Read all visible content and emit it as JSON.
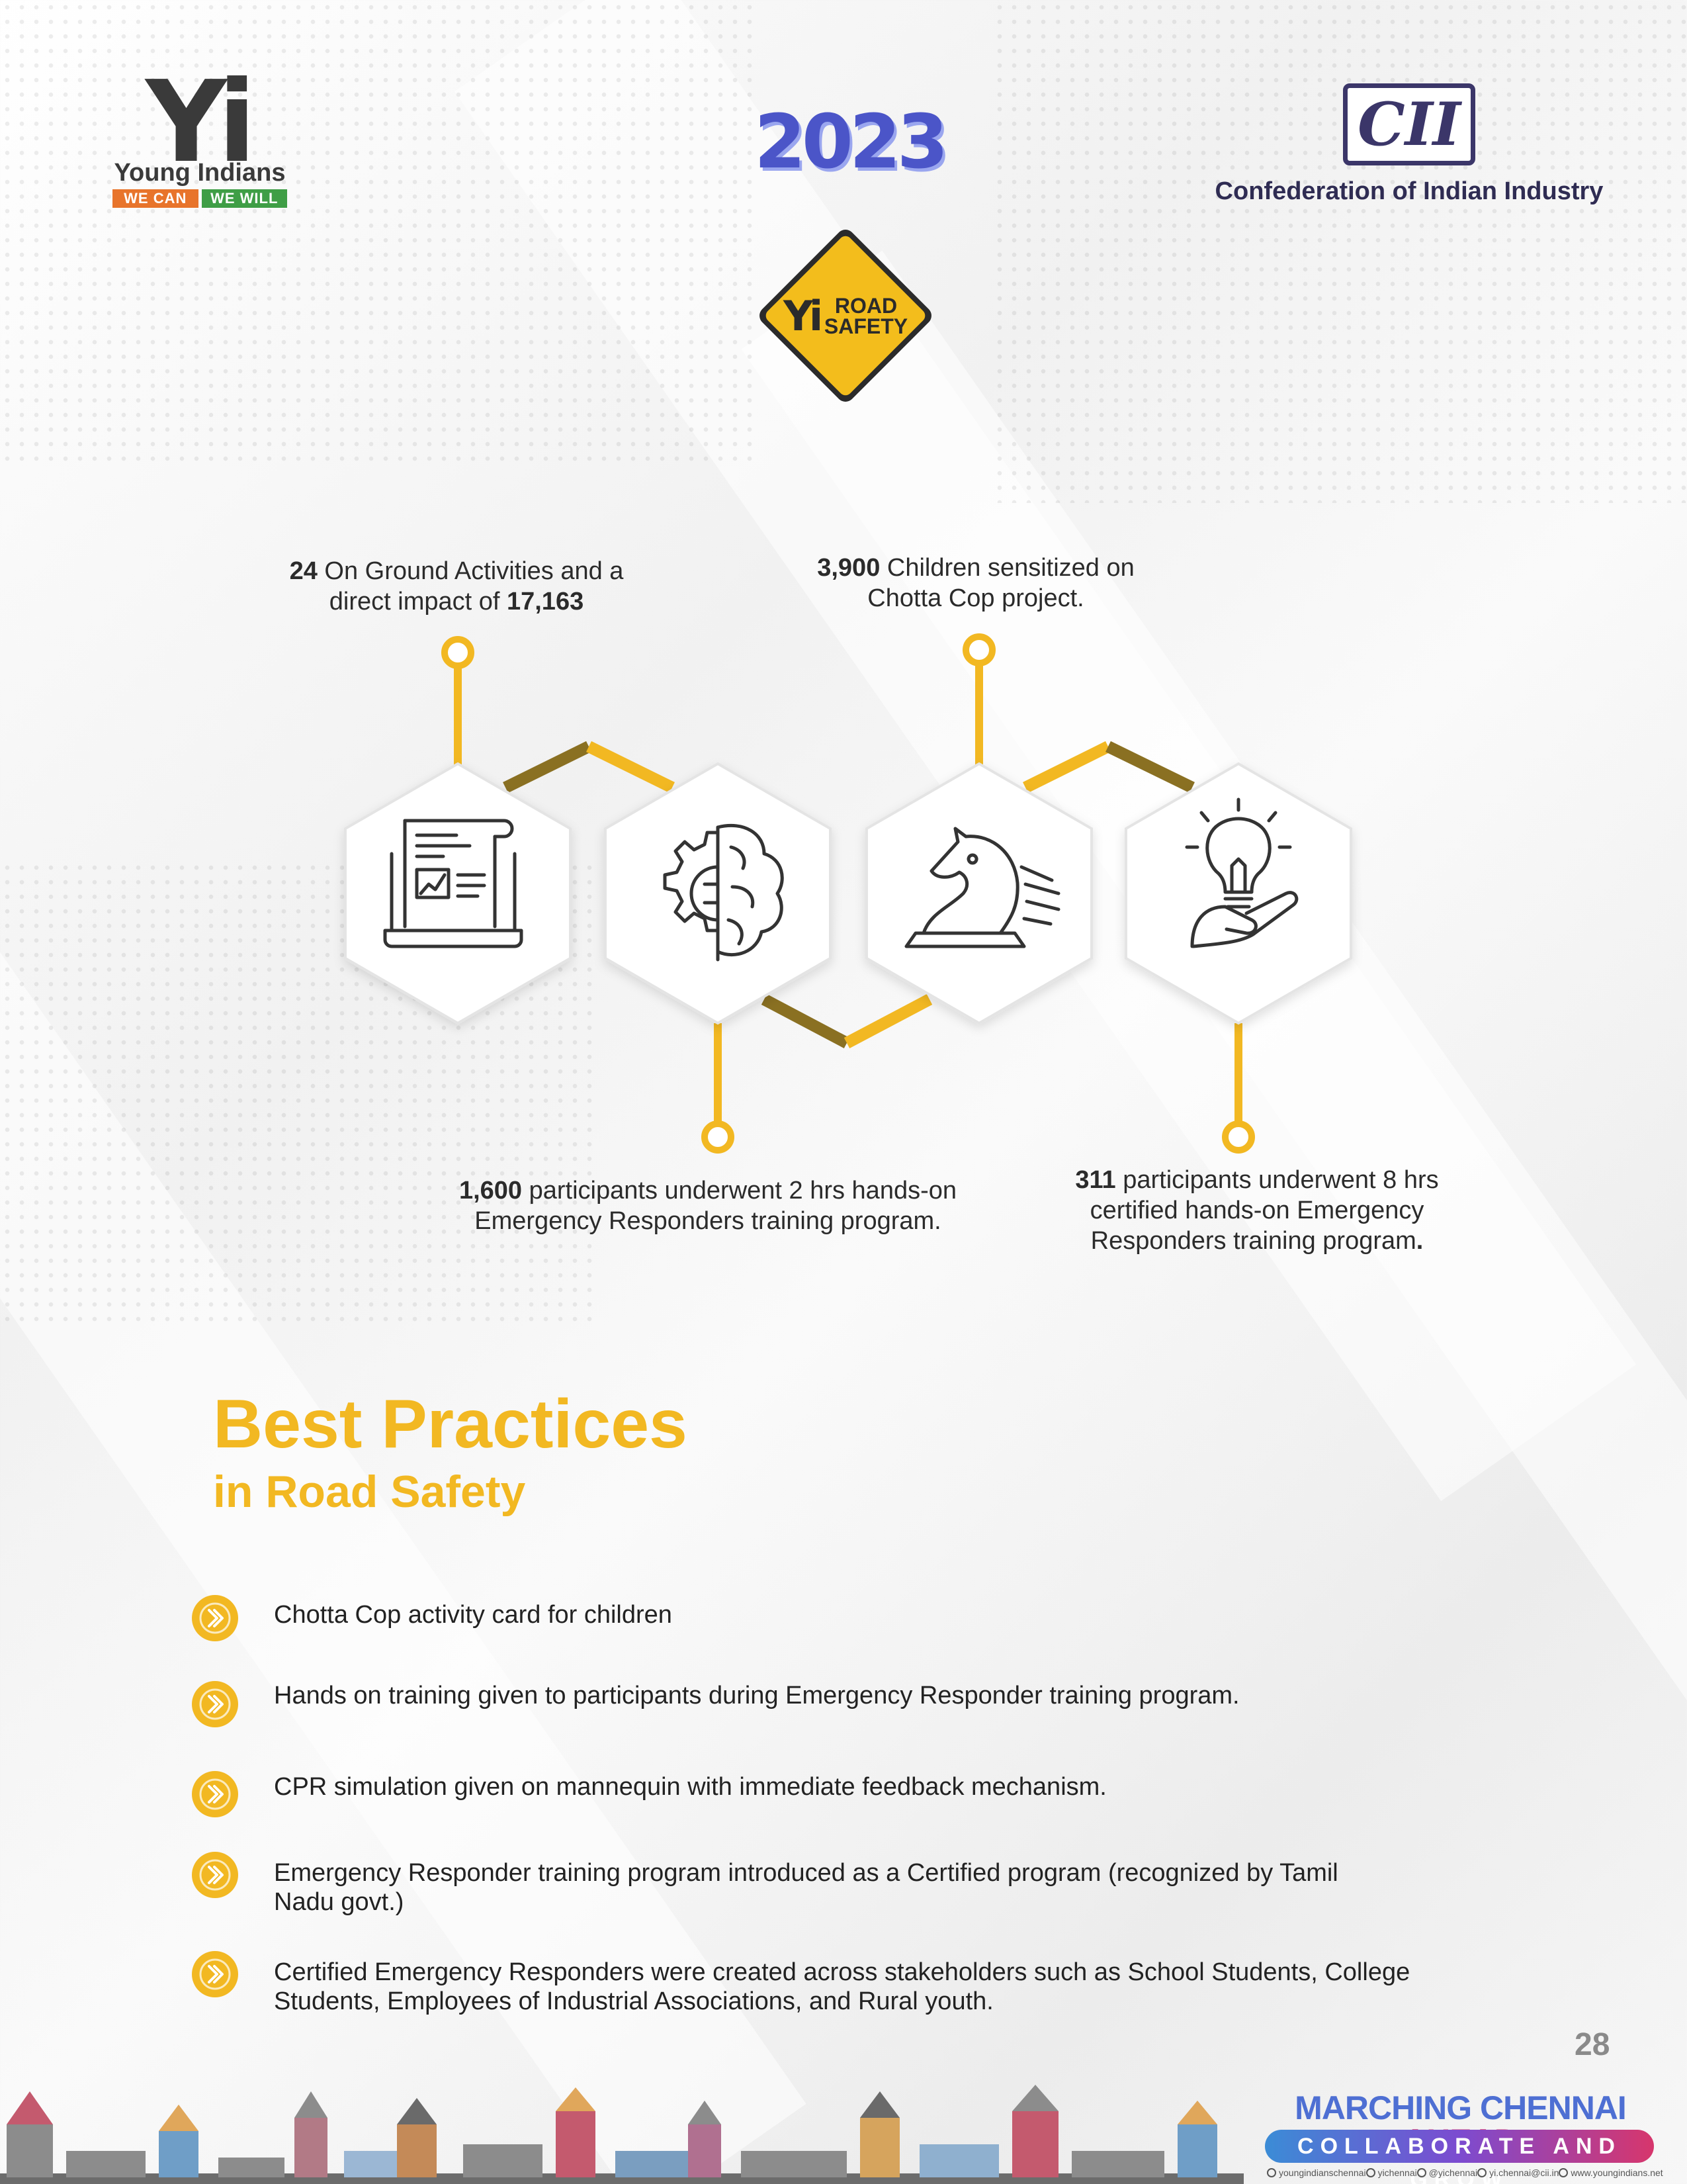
{
  "header": {
    "yi_logo": {
      "mark": "Yi",
      "name": "Young Indians",
      "tag_left": "WE CAN",
      "tag_right": "WE WILL"
    },
    "year": "2023",
    "cii_logo": {
      "mark": "CII",
      "name": "Confederation of Indian Industry"
    },
    "road_safety_sign": {
      "mark": "Yi",
      "line1": "ROAD",
      "line2": "SAFETY"
    }
  },
  "colors": {
    "accent": "#f2b822",
    "accent_dark": "#8a7022",
    "cii_navy": "#3b3669"
  },
  "stats": [
    {
      "value": "24",
      "text_before": "",
      "text": " On Ground Activities and a",
      "line2": "direct impact of ",
      "value2": "17,163",
      "icon": "newspaper-laptop-icon"
    },
    {
      "value": "3,900",
      "text": " Children sensitized on",
      "line2": "Chotta Cop project.",
      "icon": "brain-gear-icon"
    },
    {
      "value": "1,600",
      "text": " participants underwent 2 hrs hands-on",
      "line2": "Emergency Responders training program.",
      "icon": "chess-knight-icon"
    },
    {
      "value": "311",
      "text": " participants underwent 8 hrs",
      "line2": "certified hands-on Emergency",
      "line3": "Responders training program",
      "line3_end": ".",
      "icon": "lightbulb-hand-icon"
    }
  ],
  "best_practices": {
    "title": "Best Practices",
    "subtitle": "in Road Safety",
    "items": [
      {
        "line1": "Chotta Cop activity card for children"
      },
      {
        "line1": "Hands on training given to participants during Emergency Responder training program."
      },
      {
        "line1": "CPR simulation given on mannequin with immediate feedback mechanism."
      },
      {
        "line1": "Emergency Responder training program introduced as a Certified program (recognized by Tamil",
        "line2": "Nadu govt.)"
      },
      {
        "line1": "Certified Emergency Responders were created across stakeholders such as School Students, College",
        "line2": "Students, Employees of Industrial Associations, and Rural youth."
      }
    ]
  },
  "page_number": "28",
  "footer": {
    "title_a": "MARCHING CHENNAI ",
    "title_b": "AHEAD",
    "tagline": "COLLABORATE AND GROW",
    "socials": [
      "youngindianschennai",
      "yichennai",
      "@yichennai",
      "yi.chennai@cii.in",
      "www.youngindians.net"
    ]
  }
}
